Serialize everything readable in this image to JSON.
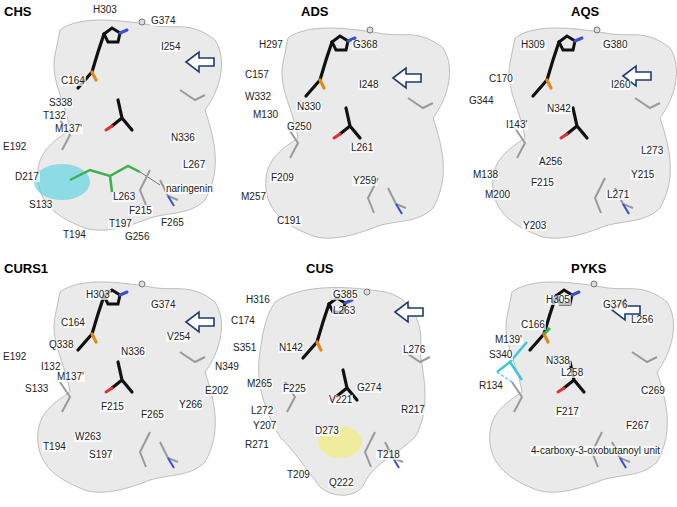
{
  "diagram": {
    "labels": [
      "CHS",
      "H303",
      "G374",
      "I254",
      "C164",
      "S338",
      "T132",
      "M137'",
      "N336",
      "L267",
      "E192",
      "D217",
      "naringenin",
      "S133",
      "L263",
      "F215",
      "F265",
      "T197",
      "G256",
      "T194",
      "ADS",
      "H297",
      "G368",
      "C157",
      "I248",
      "W332",
      "N330",
      "M130",
      "G250",
      "L261",
      "F209",
      "Y259",
      "M257",
      "C191",
      "AQS",
      "H309",
      "G380",
      "C170",
      "I260",
      "G344",
      "N342",
      "I143'",
      "M138",
      "A256",
      "F215",
      "L273",
      "Y215",
      "L271",
      "M200",
      "Y203",
      "CURS1",
      "H303",
      "G374",
      "C164",
      "V254",
      "Q338",
      "N336",
      "E192",
      "I132",
      "M137'",
      "S133",
      "F215",
      "F265",
      "Y266",
      "W263",
      "T194",
      "S197",
      "CUS",
      "H316",
      "G385",
      "L263",
      "C174",
      "S351",
      "N142",
      "L276",
      "N349",
      "M265",
      "E202",
      "F225",
      "G274",
      "V221",
      "L272",
      "R217",
      "Y207",
      "D273",
      "R271",
      "T218",
      "T209",
      "Q222",
      "PYKS",
      "H305",
      "G376",
      "C166",
      "L256",
      "M139'",
      "S340",
      "N338",
      "L258",
      "R134",
      "C269",
      "F217",
      "F267",
      "4-carboxy-3-oxobutanoyl unit"
    ]
  }
}
